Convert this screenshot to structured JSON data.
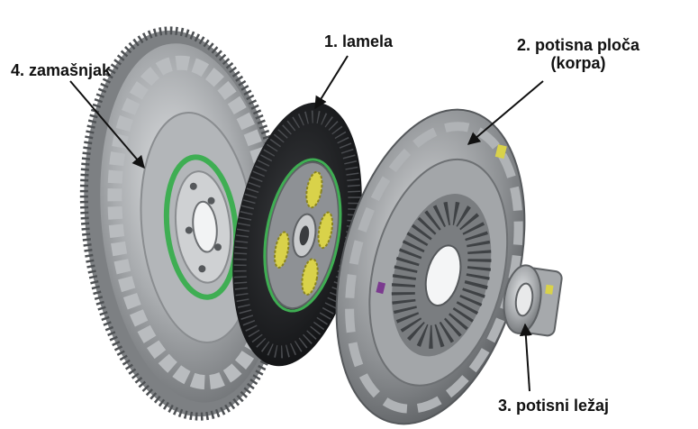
{
  "labels": {
    "flywheel": "4. zamašnjak",
    "clutch_disc": "1. lamela",
    "pressure_plate_line1": "2. potisna ploča",
    "pressure_plate_line2": "(korpa)",
    "release_bearing": "3. potisni ležaj"
  },
  "colors": {
    "background": "#ffffff",
    "metal_light": "#c9cbcd",
    "metal_mid": "#9a9da0",
    "metal_dark": "#5e6164",
    "disc_black": "#1b1c1e",
    "spring_yellow": "#d9d24a",
    "accent_green": "#3fae53",
    "accent_purple": "#7b3a8f",
    "arrow": "#111111"
  }
}
